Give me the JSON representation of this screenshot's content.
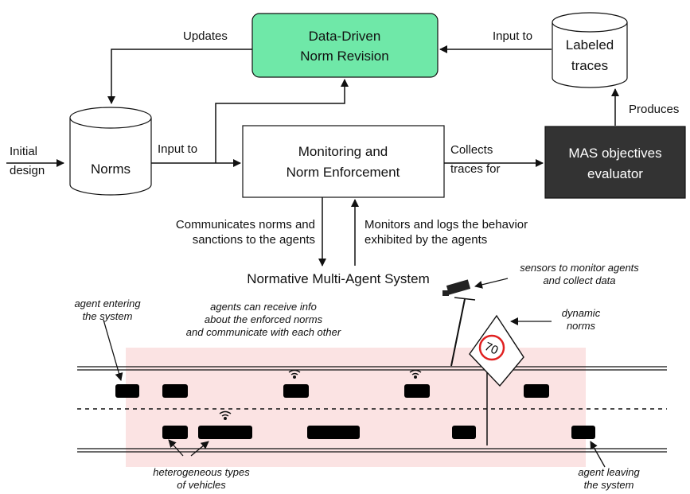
{
  "colors": {
    "revision_fill": "#6fe8a8",
    "evaluator_fill": "#333333",
    "road_zone": "#fbe3e3",
    "stroke": "#111111"
  },
  "boxes": {
    "revision": {
      "line1": "Data-Driven",
      "line2": "Norm Revision"
    },
    "monitoring": {
      "line1": "Monitoring and",
      "line2": "Norm Enforcement"
    },
    "evaluator": {
      "line1": "MAS objectives",
      "line2": "evaluator"
    },
    "norms": {
      "label": "Norms"
    },
    "traces": {
      "line1": "Labeled",
      "line2": "traces"
    }
  },
  "edges": {
    "updates": "Updates",
    "input_to_top": "Input to",
    "produces": "Produces",
    "initial_design": {
      "line1": "Initial",
      "line2": "design"
    },
    "input_to_left": "Input to",
    "collects": {
      "line1": "Collects",
      "line2": "traces for"
    },
    "communicates": {
      "line1": "Communicates norms and",
      "line2": "sanctions to the agents"
    },
    "monitors": {
      "line1": "Monitors and logs the behavior",
      "line2": "exhibited by the agents"
    }
  },
  "mas_title": "Normative Multi-Agent System",
  "annotations": {
    "agent_entering": {
      "line1": "agent entering",
      "line2": "the system"
    },
    "agents_info": {
      "line1": "agents can receive info",
      "line2": "about the enforced norms",
      "line3": "and communicate with each other"
    },
    "sensors": {
      "line1": "sensors to monitor agents",
      "line2": "and collect data"
    },
    "dynamic_norms": {
      "line1": "dynamic",
      "line2": "norms"
    },
    "sign_value": "70",
    "heterogeneous": {
      "line1": "heterogeneous types",
      "line2": "of vehicles"
    },
    "agent_leaving": {
      "line1": "agent leaving",
      "line2": "the system"
    }
  }
}
